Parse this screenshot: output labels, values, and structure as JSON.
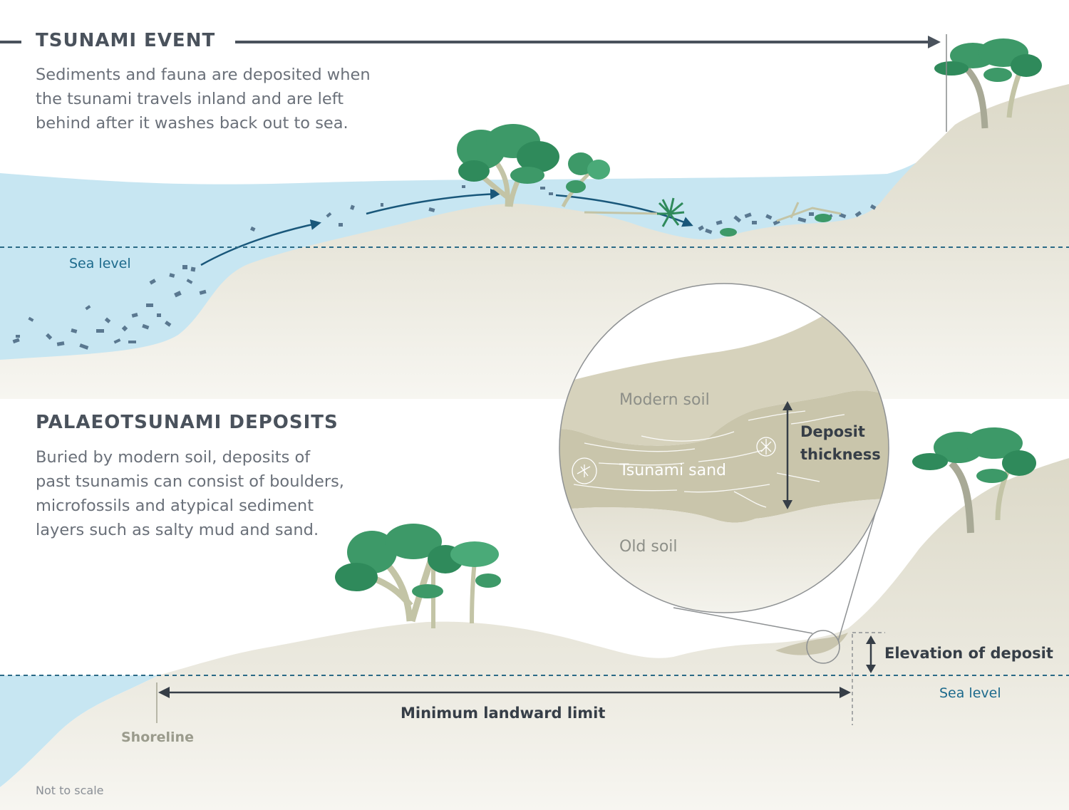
{
  "tsunami_event": {
    "title": "TSUNAMI EVENT",
    "description": [
      "Sediments and fauna are deposited when",
      "the tsunami travels inland and are left",
      "behind after it washes back out to sea."
    ],
    "sea_level_label": "Sea level"
  },
  "palaeo": {
    "title": "PALAEOTSUNAMI DEPOSITS",
    "description": [
      "Buried by modern soil, deposits of",
      "past tsunamis can consist of boulders,",
      "microfossils and atypical sediment",
      "layers such as salty mud and sand."
    ],
    "sea_level_label": "Sea level",
    "shoreline_label": "Shoreline",
    "landward_limit_label": "Minimum landward limit",
    "elevation_label": "Elevation of deposit"
  },
  "magnifier": {
    "modern_soil": "Modern soil",
    "tsunami_sand": "Tsunami sand",
    "old_soil": "Old soil",
    "deposit_thickness": [
      "Deposit",
      "thickness"
    ]
  },
  "footnote": "Not to scale",
  "colors": {
    "water": "#c7e6f2",
    "land": "#dcd9c8",
    "land_dark": "#cbc7b1",
    "tree": "#3d9968",
    "trunk": "#c3c4a6",
    "sea_level": "#2b6a86",
    "arrow": "#19577a",
    "heading": "#4a525c"
  }
}
